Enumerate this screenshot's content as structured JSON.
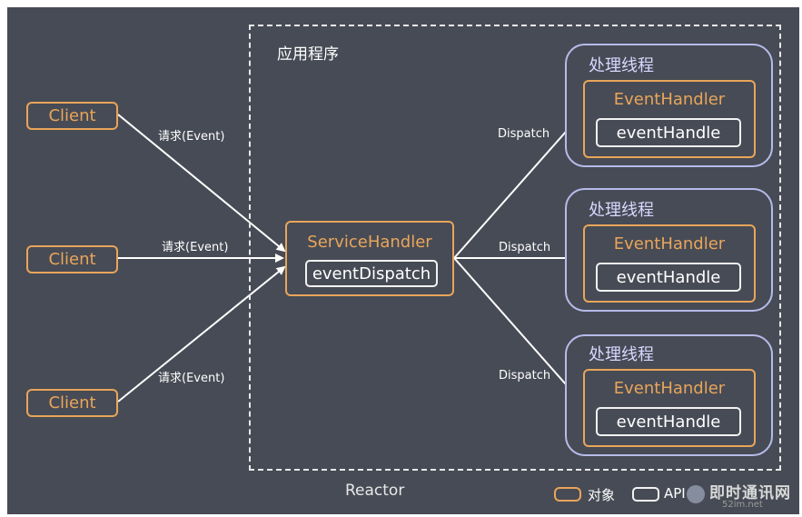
{
  "app_box": {
    "title": "应用程序"
  },
  "reactor_label": "Reactor",
  "clients": [
    {
      "label": "Client"
    },
    {
      "label": "Client"
    },
    {
      "label": "Client"
    }
  ],
  "request_labels": [
    "请求(Event)",
    "请求(Event)",
    "请求(Event)"
  ],
  "service_handler": {
    "title": "ServiceHandler",
    "api": "eventDispatch"
  },
  "dispatch_labels": [
    "Dispatch",
    "Dispatch",
    "Dispatch"
  ],
  "threads": [
    {
      "title": "处理线程",
      "handler_title": "EventHandler",
      "api": "eventHandle"
    },
    {
      "title": "处理线程",
      "handler_title": "EventHandler",
      "api": "eventHandle"
    },
    {
      "title": "处理线程",
      "handler_title": "EventHandler",
      "api": "eventHandle"
    }
  ],
  "legend": {
    "object_label": "对象",
    "api_label": "API"
  },
  "watermark": {
    "main": "即时通讯网",
    "sub": "52im.net"
  },
  "colors": {
    "background": "#474b55",
    "object_border": "#e9a55a",
    "api_border": "#f2f2f2",
    "thread_border": "#b6bbea",
    "arrow": "#ffffff"
  }
}
